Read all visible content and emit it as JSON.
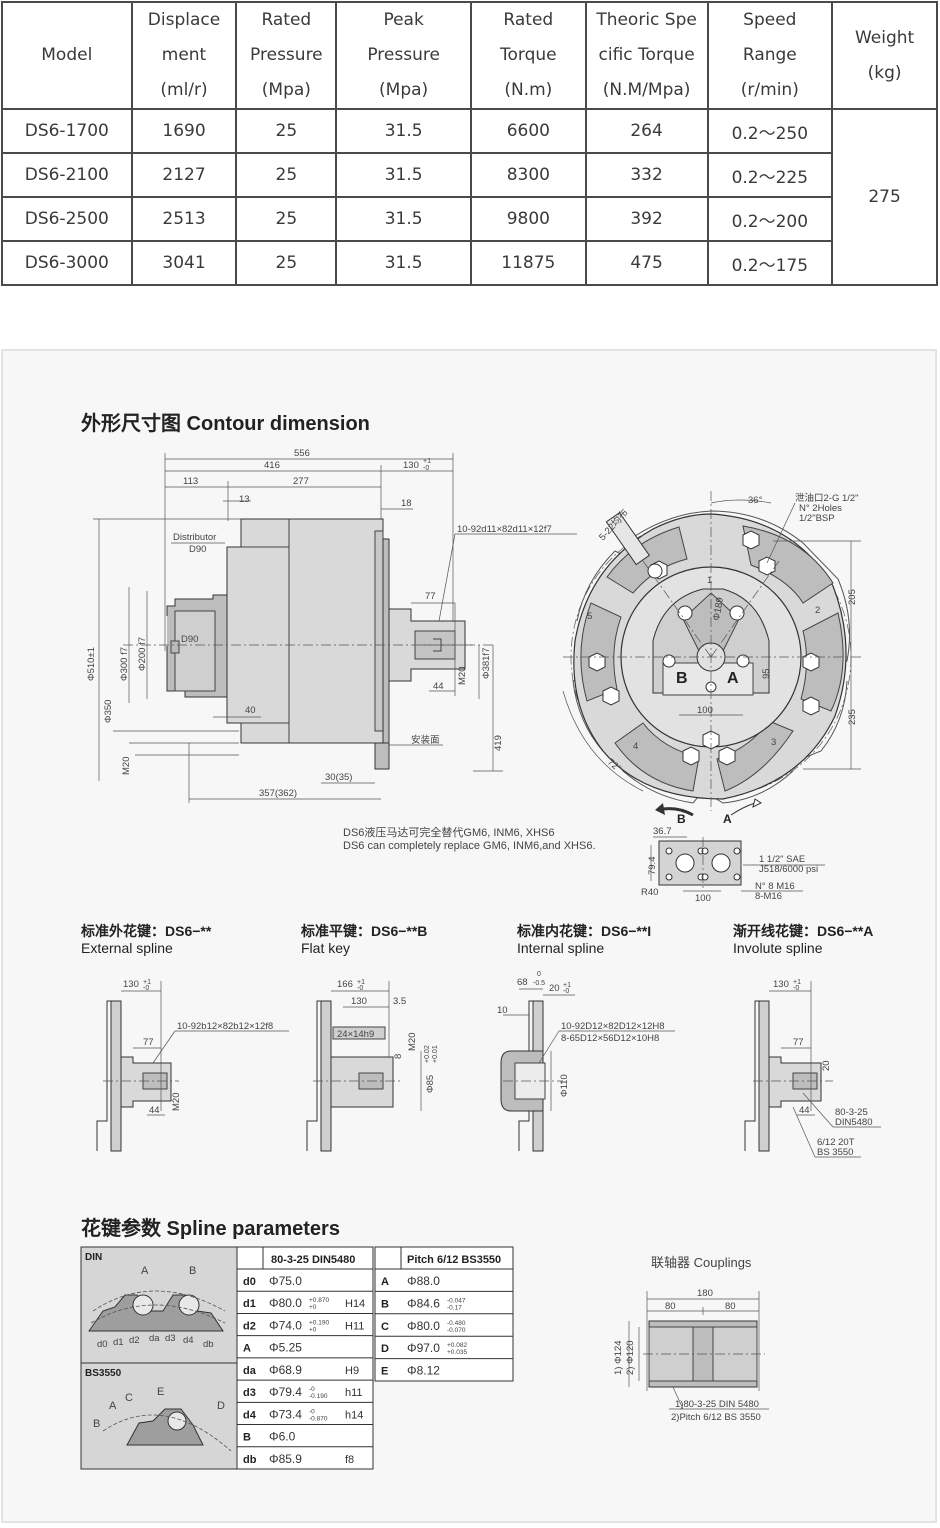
{
  "spec_table": {
    "headers": [
      [
        "Model"
      ],
      [
        "Displace",
        "ment",
        "(ml/r)"
      ],
      [
        "Rated",
        "Pressure",
        "(Mpa)"
      ],
      [
        "Peak",
        "Pressure",
        "(Mpa)"
      ],
      [
        "Rated",
        "Torque",
        "(N.m)"
      ],
      [
        "Theoric Spe",
        "cific Torque",
        "(N.M/Mpa)"
      ],
      [
        "Speed",
        "Range",
        "(r/min)"
      ],
      [
        "Weight",
        "(kg)"
      ]
    ],
    "rows": [
      [
        "DS6-1700",
        "1690",
        "25",
        "31.5",
        "6600",
        "264",
        "0.2～250"
      ],
      [
        "DS6-2100",
        "2127",
        "25",
        "31.5",
        "8300",
        "332",
        "0.2～225"
      ],
      [
        "DS6-2500",
        "2513",
        "25",
        "31.5",
        "9800",
        "392",
        "0.2～200"
      ],
      [
        "DS6-3000",
        "3041",
        "25",
        "31.5",
        "11875",
        "475",
        "0.2～175"
      ]
    ],
    "weight": "275"
  },
  "contour": {
    "title": "外形尺寸图  Contour dimension",
    "side_dims": {
      "d556": "556",
      "d416": "416",
      "d130": "130",
      "d113": "113",
      "d277": "277",
      "d13a": "13",
      "d13b": "13",
      "d18": "18",
      "d77": "77",
      "d44": "44",
      "d40": "40",
      "d30": "30(35)",
      "d357": "357(362)",
      "distributor": "Distributor",
      "d90a": "D90",
      "d90b": "D90",
      "phi510": "Φ510±1",
      "phi300": "Φ300 f7",
      "phi200": "Φ200 f7",
      "phi350": "Φ350",
      "m20a": "M20",
      "m20b": "M20",
      "phi381": "Φ381f7",
      "d419": "419",
      "spline": "10-92d11×82d11×12f7",
      "mounting": "安装面",
      "tol_plus": "+1",
      "tol_minus": "-0"
    },
    "front_dims": {
      "a36": "36°",
      "a72": "72°",
      "drain": "泄油口2-G 1/2\"",
      "holes": "N° 2Holes",
      "bsp": "1/2\"BSP",
      "slot": "5-22均布",
      "phi189": "Φ189",
      "d205": "205",
      "d235": "235",
      "d95": "95",
      "d100": "100",
      "port_a": "A",
      "port_b": "B",
      "n1": "1",
      "n2": "2",
      "n3": "3",
      "n4": "4",
      "n5": "5"
    },
    "ports": {
      "d367": "36.7",
      "d794": "79.4",
      "r40": "R40",
      "d100": "100",
      "sae": "1 1/2\" SAE",
      "j518": "J518/6000 psi",
      "n8": "N° 8  M16",
      "m16": "8-M16",
      "arrow_b": "B",
      "arrow_a": "A"
    },
    "note_cn": "DS6液压马达可完全替代GM6, INM6, XHS6",
    "note_en": "DS6 can completely replace GM6, INM6,and XHS6."
  },
  "shafts": [
    {
      "title_cn": "标准外花键：DS6−**",
      "title_en": "External spline",
      "dims": {
        "top": "130",
        "d77": "77",
        "d44": "44",
        "m20": "M20",
        "spec": "10-92b12×82b12×12f8",
        "tol_plus": "+1",
        "tol_minus": "-0"
      }
    },
    {
      "title_cn": "标准平键：DS6−**B",
      "title_en": "Flat key",
      "dims": {
        "top": "166",
        "d130": "130",
        "d35": "3.5",
        "key": "24×14h9",
        "m20": "M20",
        "d8": "8",
        "phi85": "Φ85",
        "tol": "+0.02",
        "tol2": "+0.01",
        "tol_plus": "+1",
        "tol_minus": "-0"
      }
    },
    {
      "title_cn": "标准内花键：DS6−**I",
      "title_en": "Internal spline",
      "dims": {
        "d68": "68",
        "d20": "20",
        "d10": "10",
        "spec1": "10-92D12×82D12×12H8",
        "spec2": "8-65D12×56D12×10H8",
        "phi110": "Φ110",
        "tol_zero": "0",
        "tol_minus5": "-0.5",
        "tol_plus": "+1",
        "tol_minus": "-0"
      }
    },
    {
      "title_cn": "渐开线花键：DS6−**A",
      "title_en": "Involute spline",
      "dims": {
        "top": "130",
        "d77": "77",
        "d44": "44",
        "d20": "20",
        "din1": "80-3-25",
        "din2": "DIN5480",
        "bs1": "6/12 20T",
        "bs2": "BS 3550",
        "tol_plus": "+1",
        "tol_minus": "-0"
      }
    }
  ],
  "spline_params": {
    "title": "花键参数  Spline parameters",
    "din_label": "DIN",
    "bs_label": "BS3550",
    "din_fig_labels": [
      "A",
      "B",
      "d0",
      "d1",
      "d2",
      "da",
      "d3",
      "d4",
      "db"
    ],
    "bs_fig_labels": [
      "A",
      "B",
      "C",
      "D",
      "E"
    ],
    "table1": {
      "header": "80-3-25 DIN5480",
      "rows": [
        {
          "k": "d0",
          "v": "Φ75.0",
          "tu": "",
          "tl": "",
          "fit": ""
        },
        {
          "k": "d1",
          "v": "Φ80.0",
          "tu": "+0.870",
          "tl": "+0",
          "fit": "H14"
        },
        {
          "k": "d2",
          "v": "Φ74.0",
          "tu": "+0.190",
          "tl": "+0",
          "fit": "H11"
        },
        {
          "k": "A",
          "v": "Φ5.25",
          "tu": "",
          "tl": "",
          "fit": ""
        },
        {
          "k": "da",
          "v": "Φ68.9",
          "tu": "",
          "tl": "",
          "fit": "H9"
        },
        {
          "k": "d3",
          "v": "Φ79.4",
          "tu": "-0",
          "tl": "-0.190",
          "fit": "h11"
        },
        {
          "k": "d4",
          "v": "Φ73.4",
          "tu": "-0",
          "tl": "-0.870",
          "fit": "h14"
        },
        {
          "k": "B",
          "v": "Φ6.0",
          "tu": "",
          "tl": "",
          "fit": ""
        },
        {
          "k": "db",
          "v": "Φ85.9",
          "tu": "",
          "tl": "",
          "fit": "f8"
        }
      ]
    },
    "table2": {
      "header": "Pitch 6/12 BS3550",
      "rows": [
        {
          "k": "A",
          "v": "Φ88.0",
          "tu": "",
          "tl": ""
        },
        {
          "k": "B",
          "v": "Φ84.6",
          "tu": "-0.047",
          "tl": "-0.17"
        },
        {
          "k": "C",
          "v": "Φ80.0",
          "tu": "-0.480",
          "tl": "-0.070"
        },
        {
          "k": "D",
          "v": "Φ97.0",
          "tu": "+0.082",
          "tl": "+0.035"
        },
        {
          "k": "E",
          "v": "Φ8.12",
          "tu": "",
          "tl": ""
        }
      ]
    }
  },
  "couplings": {
    "title": "联轴器 Couplings",
    "d180": "180",
    "d80a": "80",
    "d80b": "80",
    "phi124": "1) Φ124",
    "phi120": "2) Φ120",
    "note1": "1)80-3-25 DIN 5480",
    "note2": "2)Pitch 6/12 BS 3550"
  },
  "colors": {
    "panel_bg": "#f7f7f7",
    "part_fill": "#d9d9d9",
    "line": "#333333",
    "table_border": "#4a4a4a"
  }
}
